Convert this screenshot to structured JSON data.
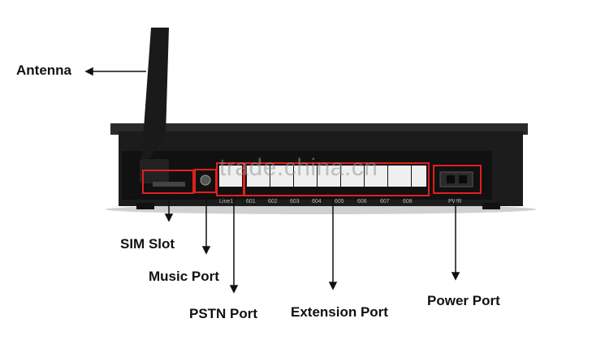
{
  "callouts": {
    "antenna": "Antenna",
    "sim_slot": "SIM Slot",
    "music_port": "Music Port",
    "pstn_port": "PSTN Port",
    "extension_port": "Extension Port",
    "power_port": "Power Port"
  },
  "device_labels": {
    "line1": "Line1",
    "ext": [
      "601",
      "602",
      "603",
      "604",
      "605",
      "606",
      "607",
      "608"
    ],
    "pwr": "PWR"
  },
  "watermark": "trade.china.cn",
  "colors": {
    "highlight": "#e0201c",
    "device_body": "#1a1a1a",
    "port_white": "#efefef"
  }
}
